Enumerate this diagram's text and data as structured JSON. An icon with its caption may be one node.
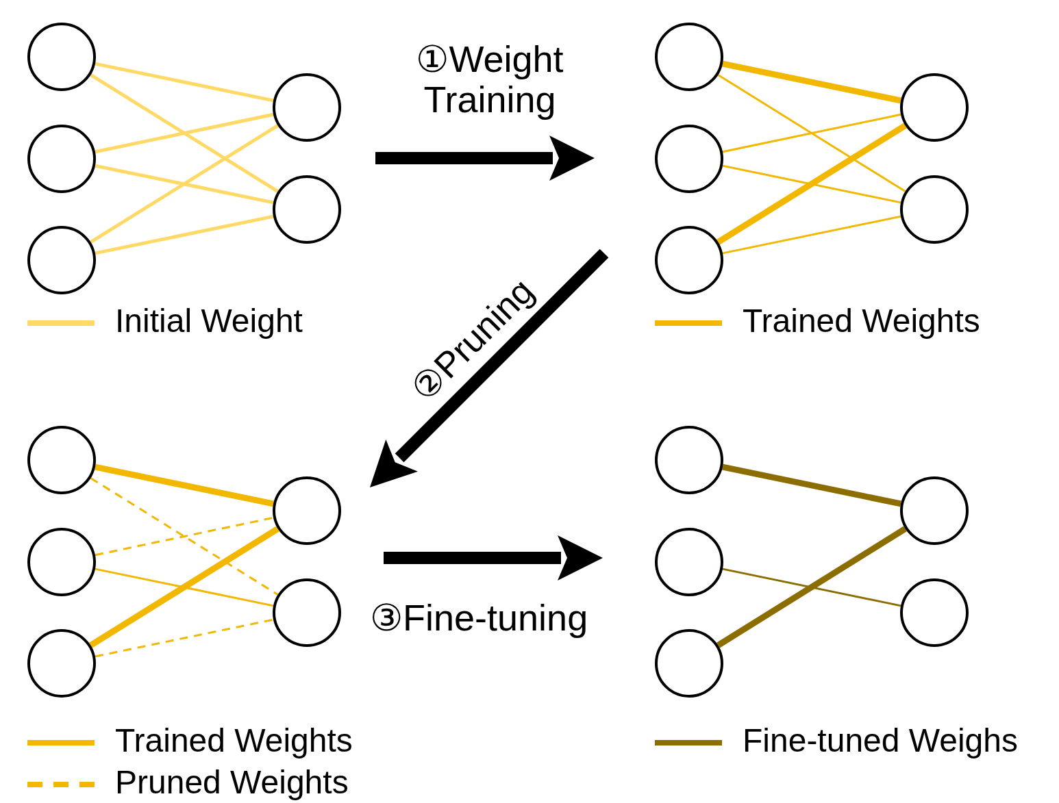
{
  "diagram": {
    "nodes": [
      {
        "text": [],
        "shape": "circle"
      },
      {
        "text": [],
        "shape": "circle"
      },
      {
        "text": [],
        "shape": "circle"
      },
      {
        "text": [],
        "shape": "circle"
      },
      {
        "text": [],
        "shape": "circle"
      },
      {
        "text": [],
        "shape": "circle"
      },
      {
        "text": [],
        "shape": "circle"
      },
      {
        "text": [],
        "shape": "circle"
      },
      {
        "text": [],
        "shape": "circle"
      },
      {
        "text": [],
        "shape": "circle"
      },
      {
        "text": [],
        "shape": "circle"
      },
      {
        "text": [],
        "shape": "circle"
      },
      {
        "text": [],
        "shape": "circle"
      },
      {
        "text": [],
        "shape": "circle"
      },
      {
        "text": [],
        "shape": "circle"
      },
      {
        "text": [],
        "shape": "circle"
      },
      {
        "text": [],
        "shape": "circle"
      },
      {
        "text": [],
        "shape": "circle"
      },
      {
        "text": [],
        "shape": "circle"
      },
      {
        "text": [],
        "shape": "circle"
      }
    ],
    "edges": [
      {
        "from": 0,
        "to": 3,
        "arrow": "none",
        "color": "#ffd966"
      },
      {
        "from": 0,
        "to": 4,
        "arrow": "none",
        "color": "#ffd966"
      },
      {
        "from": 1,
        "to": 3,
        "arrow": "none",
        "color": "#ffd966"
      },
      {
        "from": 1,
        "to": 4,
        "arrow": "none",
        "color": "#ffd966"
      },
      {
        "from": 2,
        "to": 3,
        "arrow": "none",
        "color": "#ffd966"
      },
      {
        "from": 2,
        "to": 4,
        "arrow": "none",
        "color": "#ffd966"
      },
      {
        "from": 5,
        "to": 8,
        "arrow": "none",
        "style": "thick"
      },
      {
        "from": 5,
        "to": 9,
        "arrow": "none"
      },
      {
        "from": 6,
        "to": 8,
        "arrow": "none"
      },
      {
        "from": 6,
        "to": 9,
        "arrow": "none"
      },
      {
        "from": 7,
        "to": 8,
        "arrow": "none",
        "style": "thick"
      },
      {
        "from": 7,
        "to": 9,
        "arrow": "none"
      },
      {
        "from": 10,
        "to": 13,
        "arrow": "none",
        "style": "thick"
      },
      {
        "from": 10,
        "to": 14,
        "arrow": "none",
        "style": "dashed"
      },
      {
        "from": 11,
        "to": 13,
        "arrow": "none",
        "style": "dashed"
      },
      {
        "from": 11,
        "to": 14,
        "arrow": "none"
      },
      {
        "from": 12,
        "to": 13,
        "arrow": "none",
        "style": "thick"
      },
      {
        "from": 12,
        "to": 14,
        "arrow": "none",
        "style": "dashed"
      },
      {
        "from": 15,
        "to": 18,
        "arrow": "none",
        "style": "thick",
        "color": "#8c6d00"
      },
      {
        "from": 16,
        "to": 19,
        "arrow": "none",
        "color": "#8c6d00"
      },
      {
        "from": 17,
        "to": 18,
        "arrow": "none",
        "style": "thick",
        "color": "#8c6d00"
      }
    ],
    "labels": [
      "①Weight Training",
      "②Pruning",
      "③Fine-tuning"
    ],
    "legend": [
      {
        "text": "Initial Weight"
      },
      {
        "text": "Trained Weights"
      },
      {
        "text": "Trained Weights"
      },
      {
        "text": "Pruned Weights"
      },
      {
        "text": "Fine-tuned Weighs"
      }
    ]
  }
}
